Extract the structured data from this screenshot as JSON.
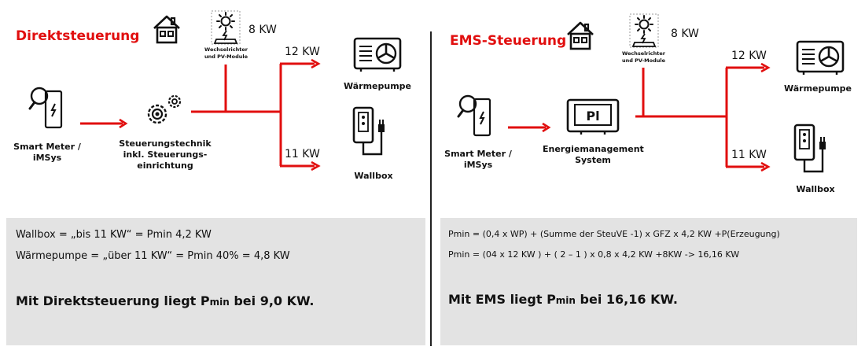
{
  "left": {
    "title": "Direktsteuerung",
    "pv_power": "8 KW",
    "pv_label_line1": "Wechselrichter",
    "pv_label_line2": "und PV-Module",
    "smart_meter_line1": "Smart Meter /",
    "smart_meter_line2": "iMSys",
    "controller_line1": "Steuerungstechnik",
    "controller_line2": "inkl. Steuerungs-",
    "controller_line3": "einrichtung",
    "heatpump_power": "12 KW",
    "heatpump_label": "Wärmepumpe",
    "wallbox_power": "11 KW",
    "wallbox_label": "Wallbox",
    "formula1": "Wallbox = „bis 11 KW“ = Pmin 4,2 KW",
    "formula2": "Wärmepumpe = „über 11 KW“ = Pmin 40% = 4,8 KW",
    "summary_pre": "Mit Direktsteuerung liegt P",
    "summary_sub": "min",
    "summary_post": " bei 9,0 KW."
  },
  "right": {
    "title": "EMS-Steuerung",
    "pv_power": "8 KW",
    "pv_label_line1": "Wechselrichter",
    "pv_label_line2": "und PV-Module",
    "smart_meter_line1": "Smart Meter /",
    "smart_meter_line2": "iMSys",
    "ems_line1": "Energiemanagement",
    "ems_line2": "System",
    "heatpump_power": "12 KW",
    "heatpump_label": "Wärmepumpe",
    "wallbox_power": "11 KW",
    "wallbox_label": "Wallbox",
    "formula1": "Pmin = (0,4 x WP) + (Summe der SteuVE -1) x GFZ x 4,2 KW +P(Erzeugung)",
    "formula2": "Pmin = (04 x 12 KW ) + ( 2 – 1 ) x 0,8 x 4,2 KW +8KW -> 16,16 KW",
    "summary_pre": "Mit EMS liegt P",
    "summary_sub": "min",
    "summary_post": " bei 16,16 KW."
  },
  "colors": {
    "accent": "#e10f0f",
    "box_bg": "#e3e3e3",
    "text": "#111111"
  }
}
